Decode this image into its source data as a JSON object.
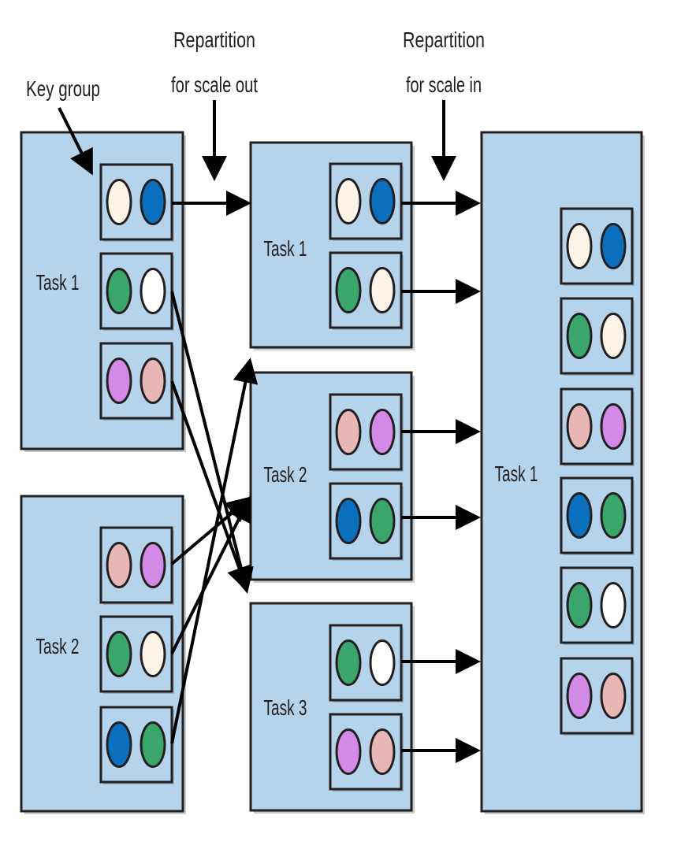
{
  "annotations": {
    "key_group": "Key group",
    "scale_out_line1": "Repartition",
    "scale_out_line2": "for scale out",
    "scale_in_line1": "Repartition",
    "scale_in_line2": "for scale in"
  },
  "colors": {
    "task_fill": "#b5d3ea",
    "group_fill": "#b5d3ea",
    "stroke": "#231f20",
    "arrow": "#000000",
    "cream": "#fdf3e7",
    "blue": "#0a6fbd",
    "green": "#3aa66c",
    "white": "#ffffff",
    "pink": "#e8b7b5",
    "purple": "#d389e6"
  },
  "columns": [
    {
      "id": "initial",
      "tasks": [
        {
          "id": "a1",
          "label": "Task 1",
          "groups": [
            [
              "cream",
              "blue"
            ],
            [
              "green",
              "white"
            ],
            [
              "purple",
              "pink"
            ]
          ]
        },
        {
          "id": "a2",
          "label": "Task 2",
          "groups": [
            [
              "pink",
              "purple"
            ],
            [
              "green",
              "cream"
            ],
            [
              "blue",
              "green"
            ]
          ]
        }
      ]
    },
    {
      "id": "scaled-out",
      "tasks": [
        {
          "id": "b1",
          "label": "Task 1",
          "groups": [
            [
              "cream",
              "blue"
            ],
            [
              "green",
              "cream"
            ]
          ]
        },
        {
          "id": "b2",
          "label": "Task 2",
          "groups": [
            [
              "pink",
              "purple"
            ],
            [
              "blue",
              "green"
            ]
          ]
        },
        {
          "id": "b3",
          "label": "Task 3",
          "groups": [
            [
              "green",
              "white"
            ],
            [
              "purple",
              "pink"
            ]
          ]
        }
      ]
    },
    {
      "id": "scaled-in",
      "tasks": [
        {
          "id": "c1",
          "label": "Task 1",
          "groups": [
            [
              "cream",
              "blue"
            ],
            [
              "green",
              "cream"
            ],
            [
              "pink",
              "purple"
            ],
            [
              "blue",
              "green"
            ],
            [
              "green",
              "white"
            ],
            [
              "purple",
              "pink"
            ]
          ]
        }
      ]
    }
  ]
}
